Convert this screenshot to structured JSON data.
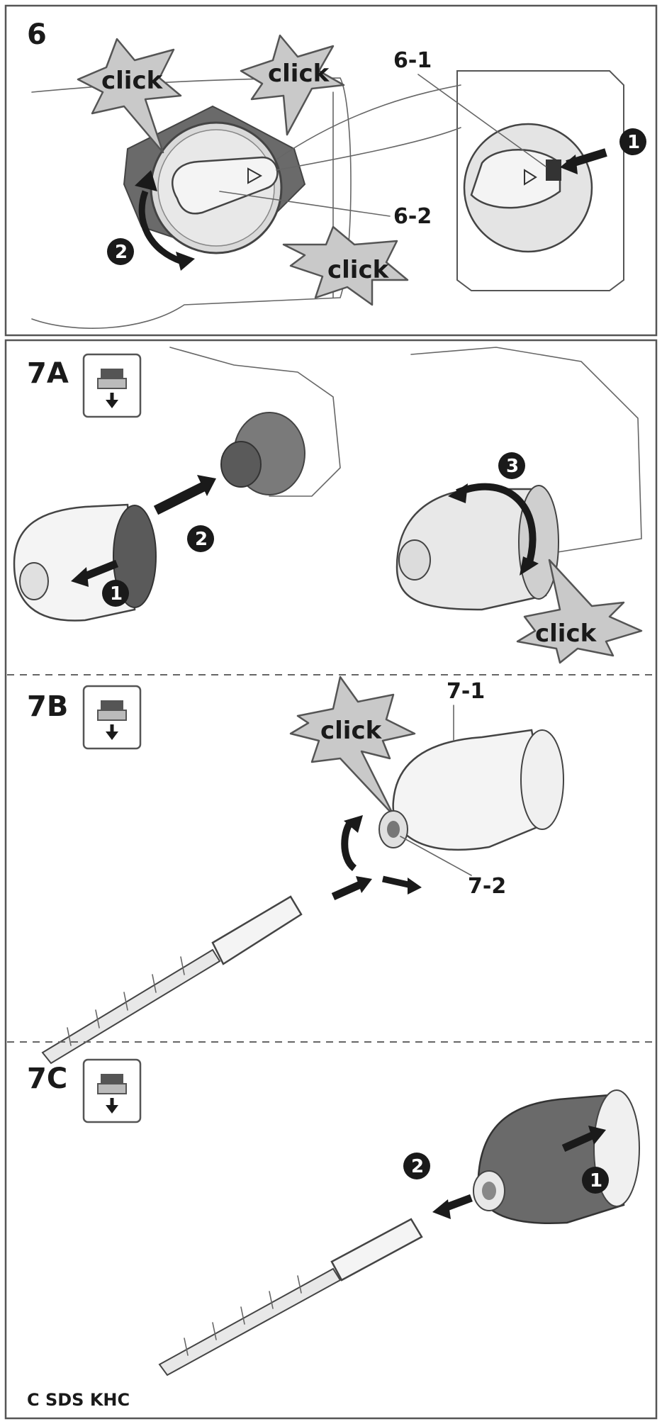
{
  "panels": {
    "p6": {
      "label": "6"
    },
    "p7a": {
      "label": "7A"
    },
    "p7b": {
      "label": "7B"
    },
    "p7c": {
      "label": "7C"
    }
  },
  "callouts": {
    "c6_1": "6-1",
    "c6_2": "6-2",
    "c7_1": "7-1",
    "c7_2": "7-2"
  },
  "click_label": "click",
  "steps": {
    "one": "1",
    "two": "2",
    "three": "3"
  },
  "footer": {
    "model": "C SDS KHC"
  },
  "colors": {
    "line": "#555555",
    "burst_fill": "#c9c9c9",
    "step_badge": "#1a1a1a",
    "chuck_dark": "#6a6a6a"
  },
  "icons": {
    "lock_icon": "lock-down-arrow-icon"
  }
}
